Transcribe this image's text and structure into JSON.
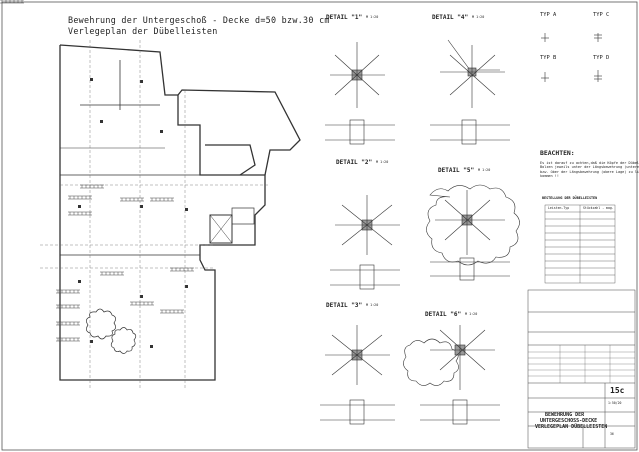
{
  "title": {
    "line1": "Bewehrung der Untergeschoß - Decke d=50 bzw.30 cm",
    "line2": "Verlegeplan der Dübelleisten"
  },
  "details": [
    {
      "label": "DETAIL \"1\"",
      "scale": "M 1:20"
    },
    {
      "label": "DETAIL \"4\"",
      "scale": "M 1:20"
    },
    {
      "label": "DETAIL \"2\"",
      "scale": "M 1:20"
    },
    {
      "label": "DETAIL \"5\"",
      "scale": "M 1:20"
    },
    {
      "label": "DETAIL \"3\"",
      "scale": "M 1:20"
    },
    {
      "label": "DETAIL \"6\"",
      "scale": "M 1:20"
    }
  ],
  "types": [
    "TYP A",
    "TYP C",
    "TYP B",
    "TYP D"
  ],
  "notes": {
    "heading": "BEACHTEN:",
    "text": "Es ist darauf zu achten,daß die Köpfe der Dübelleisten-Bolzen jeweils unter der Längsbewehrung (unterer Lage) bzw. über der Längsbewehrung (obere Lage) zu liegen kommen !!"
  },
  "table": {
    "heading": "BESTELLUNG DER DÜBELLEISTEN",
    "col1": "Leisten-Typ",
    "col2": "Stückzahl - mag."
  },
  "titleblock": {
    "drawing_no": "15c",
    "desc1": "BEWEHRUNG DER",
    "desc2": "UNTERGESCHOSS-DECKE",
    "desc3": "VERLEGEPLAN DÜBELLEISTEN",
    "scale": "1:50/20",
    "sheet": "36"
  }
}
